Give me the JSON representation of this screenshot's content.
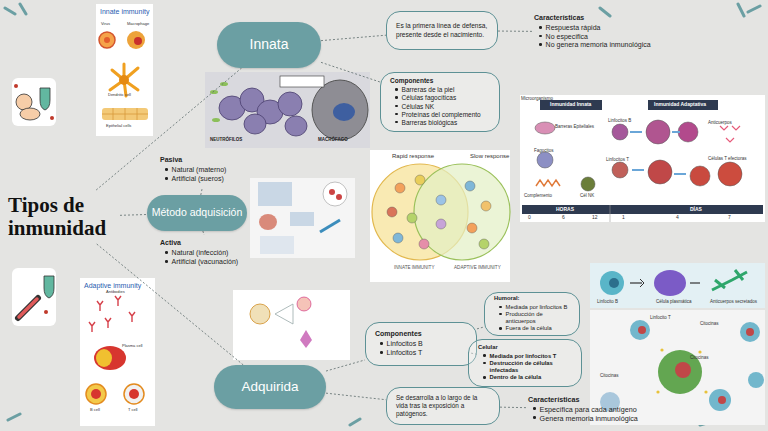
{
  "diagram": {
    "nodes": [
      {
        "text": [
          "Tipos de inmunidad"
        ]
      },
      {
        "text": [
          "Innata"
        ]
      },
      {
        "text": [
          "Es la primera línea de defensa, presente desde el nacimiento."
        ]
      },
      {
        "text": [
          "Características",
          "Respuesta rápida",
          "No específica",
          "No genera memoria inmunológica"
        ]
      },
      {
        "text": [
          "Componentes",
          "Barreras de la piel",
          "Células fagocíticas",
          "Células NK",
          "Proteínas del complemento",
          "Barreras biológicas"
        ]
      },
      {
        "text": [
          "Método adquisición"
        ]
      },
      {
        "text": [
          "Pasiva",
          "Natural (materno)",
          "Artificial (sueros)"
        ]
      },
      {
        "text": [
          "Activa",
          "Natural (infección)",
          "Artificial (vacunación)"
        ]
      },
      {
        "text": [
          "Adquirida"
        ]
      },
      {
        "text": [
          "Componentes",
          "Linfocitos B",
          "Linfocitos T"
        ]
      },
      {
        "text": [
          "Humoral:",
          "Mediada por linfocitos B",
          "Producción de anticuerpos",
          "Fuera de la célula"
        ]
      },
      {
        "text": [
          "Celular",
          "Mediada por linfocitos T",
          "Destrucción de células infectadas",
          "Dentro de la célula"
        ]
      },
      {
        "text": [
          "Se desarrolla a lo largo de la vida tras la exposición a patógenos."
        ]
      },
      {
        "text": [
          "Características",
          "Específica para cada antígeno",
          "Genera memoria inmunológica"
        ]
      }
    ],
    "edges": [
      {
        "from": 0,
        "to": 1,
        "arrow": "none"
      },
      {
        "from": 0,
        "to": 5,
        "arrow": "none"
      },
      {
        "from": 0,
        "to": 8,
        "arrow": "none"
      },
      {
        "from": 1,
        "to": 2,
        "arrow": "none"
      },
      {
        "from": 1,
        "to": 4,
        "arrow": "none"
      },
      {
        "from": 2,
        "to": 3,
        "arrow": "none"
      },
      {
        "from": 5,
        "to": 6,
        "arrow": "none"
      },
      {
        "from": 5,
        "to": 7,
        "arrow": "none"
      },
      {
        "from": 8,
        "to": 9,
        "arrow": "none"
      },
      {
        "from": 8,
        "to": 12,
        "arrow": "none"
      },
      {
        "from": 9,
        "to": 10,
        "arrow": "none"
      },
      {
        "from": 9,
        "to": 11,
        "arrow": "none"
      },
      {
        "from": 12,
        "to": 13,
        "arrow": "none"
      }
    ],
    "labels": [
      "Innate immunity",
      "Virus",
      "Macrophage",
      "Dendritic cell",
      "Epithelial cells",
      "Adaptive immunity",
      "Antibodies",
      "Plasma cell",
      "B cell",
      "T cell",
      "NEUTRÓFILOS",
      "MACRÓFAGO",
      "Rapid response",
      "Slow response",
      "INNATE IMMUNITY",
      "ADAPTIVE IMMUNITY",
      "Microorganismo",
      "Inmunidad Innata",
      "Inmunidad Adaptativa",
      "Barreras Epiteliales",
      "Linfocitos B",
      "Anticuerpos",
      "Fagocitos",
      "Linfocitos T",
      "Células T efectoras",
      "Complemento",
      "Cél NK",
      "HORAS",
      "DÍAS",
      "0",
      "6",
      "12",
      "1",
      "4",
      "7",
      "Linfocito B",
      "Célula plasmática",
      "Anticuerpos secretados",
      "Linfocito T",
      "Citocinas",
      "Citocinas",
      "Citocinas"
    ]
  }
}
